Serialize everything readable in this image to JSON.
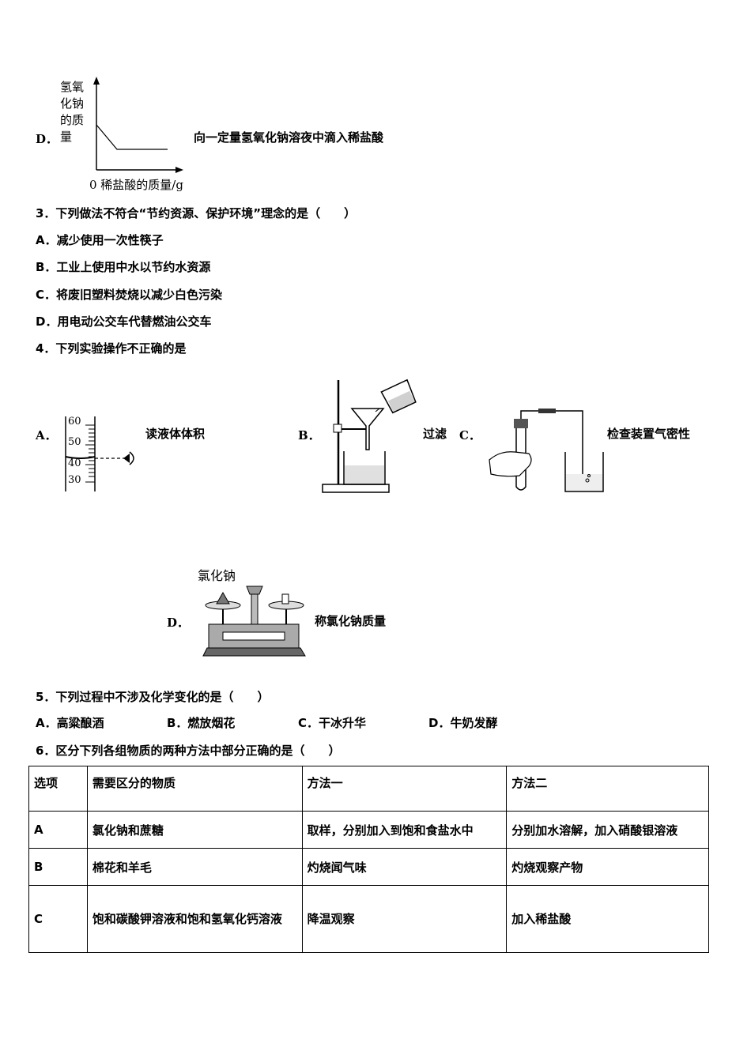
{
  "q2d": {
    "label": "D．",
    "ylabel_lines": [
      "氢氧",
      "化钠",
      "的质",
      "量"
    ],
    "xlabel": "0  稀盐酸的质量/g",
    "desc": "向一定量氢氧化钠溶夜中滴入稀盐酸"
  },
  "q3": {
    "stem": "3．下列做法不符合“节约资源、保护环境”理念的是（　　）",
    "options": [
      "A．减少使用一次性筷子",
      "B．工业上使用中水以节约水资源",
      "C．将废旧塑料焚烧以减少白色污染",
      "D．用电动公交车代替燃油公交车"
    ]
  },
  "q4": {
    "stem": "4．下列实验操作不正确的是",
    "a_label": "A．",
    "a_desc": "读液体体积",
    "a_ticks": [
      "60",
      "50",
      "40",
      "30"
    ],
    "b_label": "B．",
    "b_desc": "过滤",
    "c_label": "C．",
    "c_desc": "检查装置气密性",
    "d_label": "D．",
    "d_desc": "称氯化钠质量",
    "d_pan_label": "氯化钠"
  },
  "q5": {
    "stem": "5．下列过程中不涉及化学变化的是（　　）",
    "options": [
      "A．高粱酿酒",
      "B．燃放烟花",
      "C．干冰升华",
      "D．牛奶发酵"
    ]
  },
  "q6": {
    "stem": "6．区分下列各组物质的两种方法中部分正确的是（　　）",
    "header": [
      "选项",
      "需要区分的物质",
      "方法一",
      "方法二"
    ],
    "rows": [
      [
        "A",
        "氯化钠和蔗糖",
        "取样，分别加入到饱和食盐水中",
        "分别加水溶解，加入硝酸银溶液"
      ],
      [
        "B",
        "棉花和羊毛",
        "灼烧闻气味",
        "灼烧观察产物"
      ],
      [
        "C",
        "饱和碳酸钾溶液和饱和氢氧化钙溶液",
        "降温观察",
        "加入稀盐酸"
      ]
    ]
  }
}
